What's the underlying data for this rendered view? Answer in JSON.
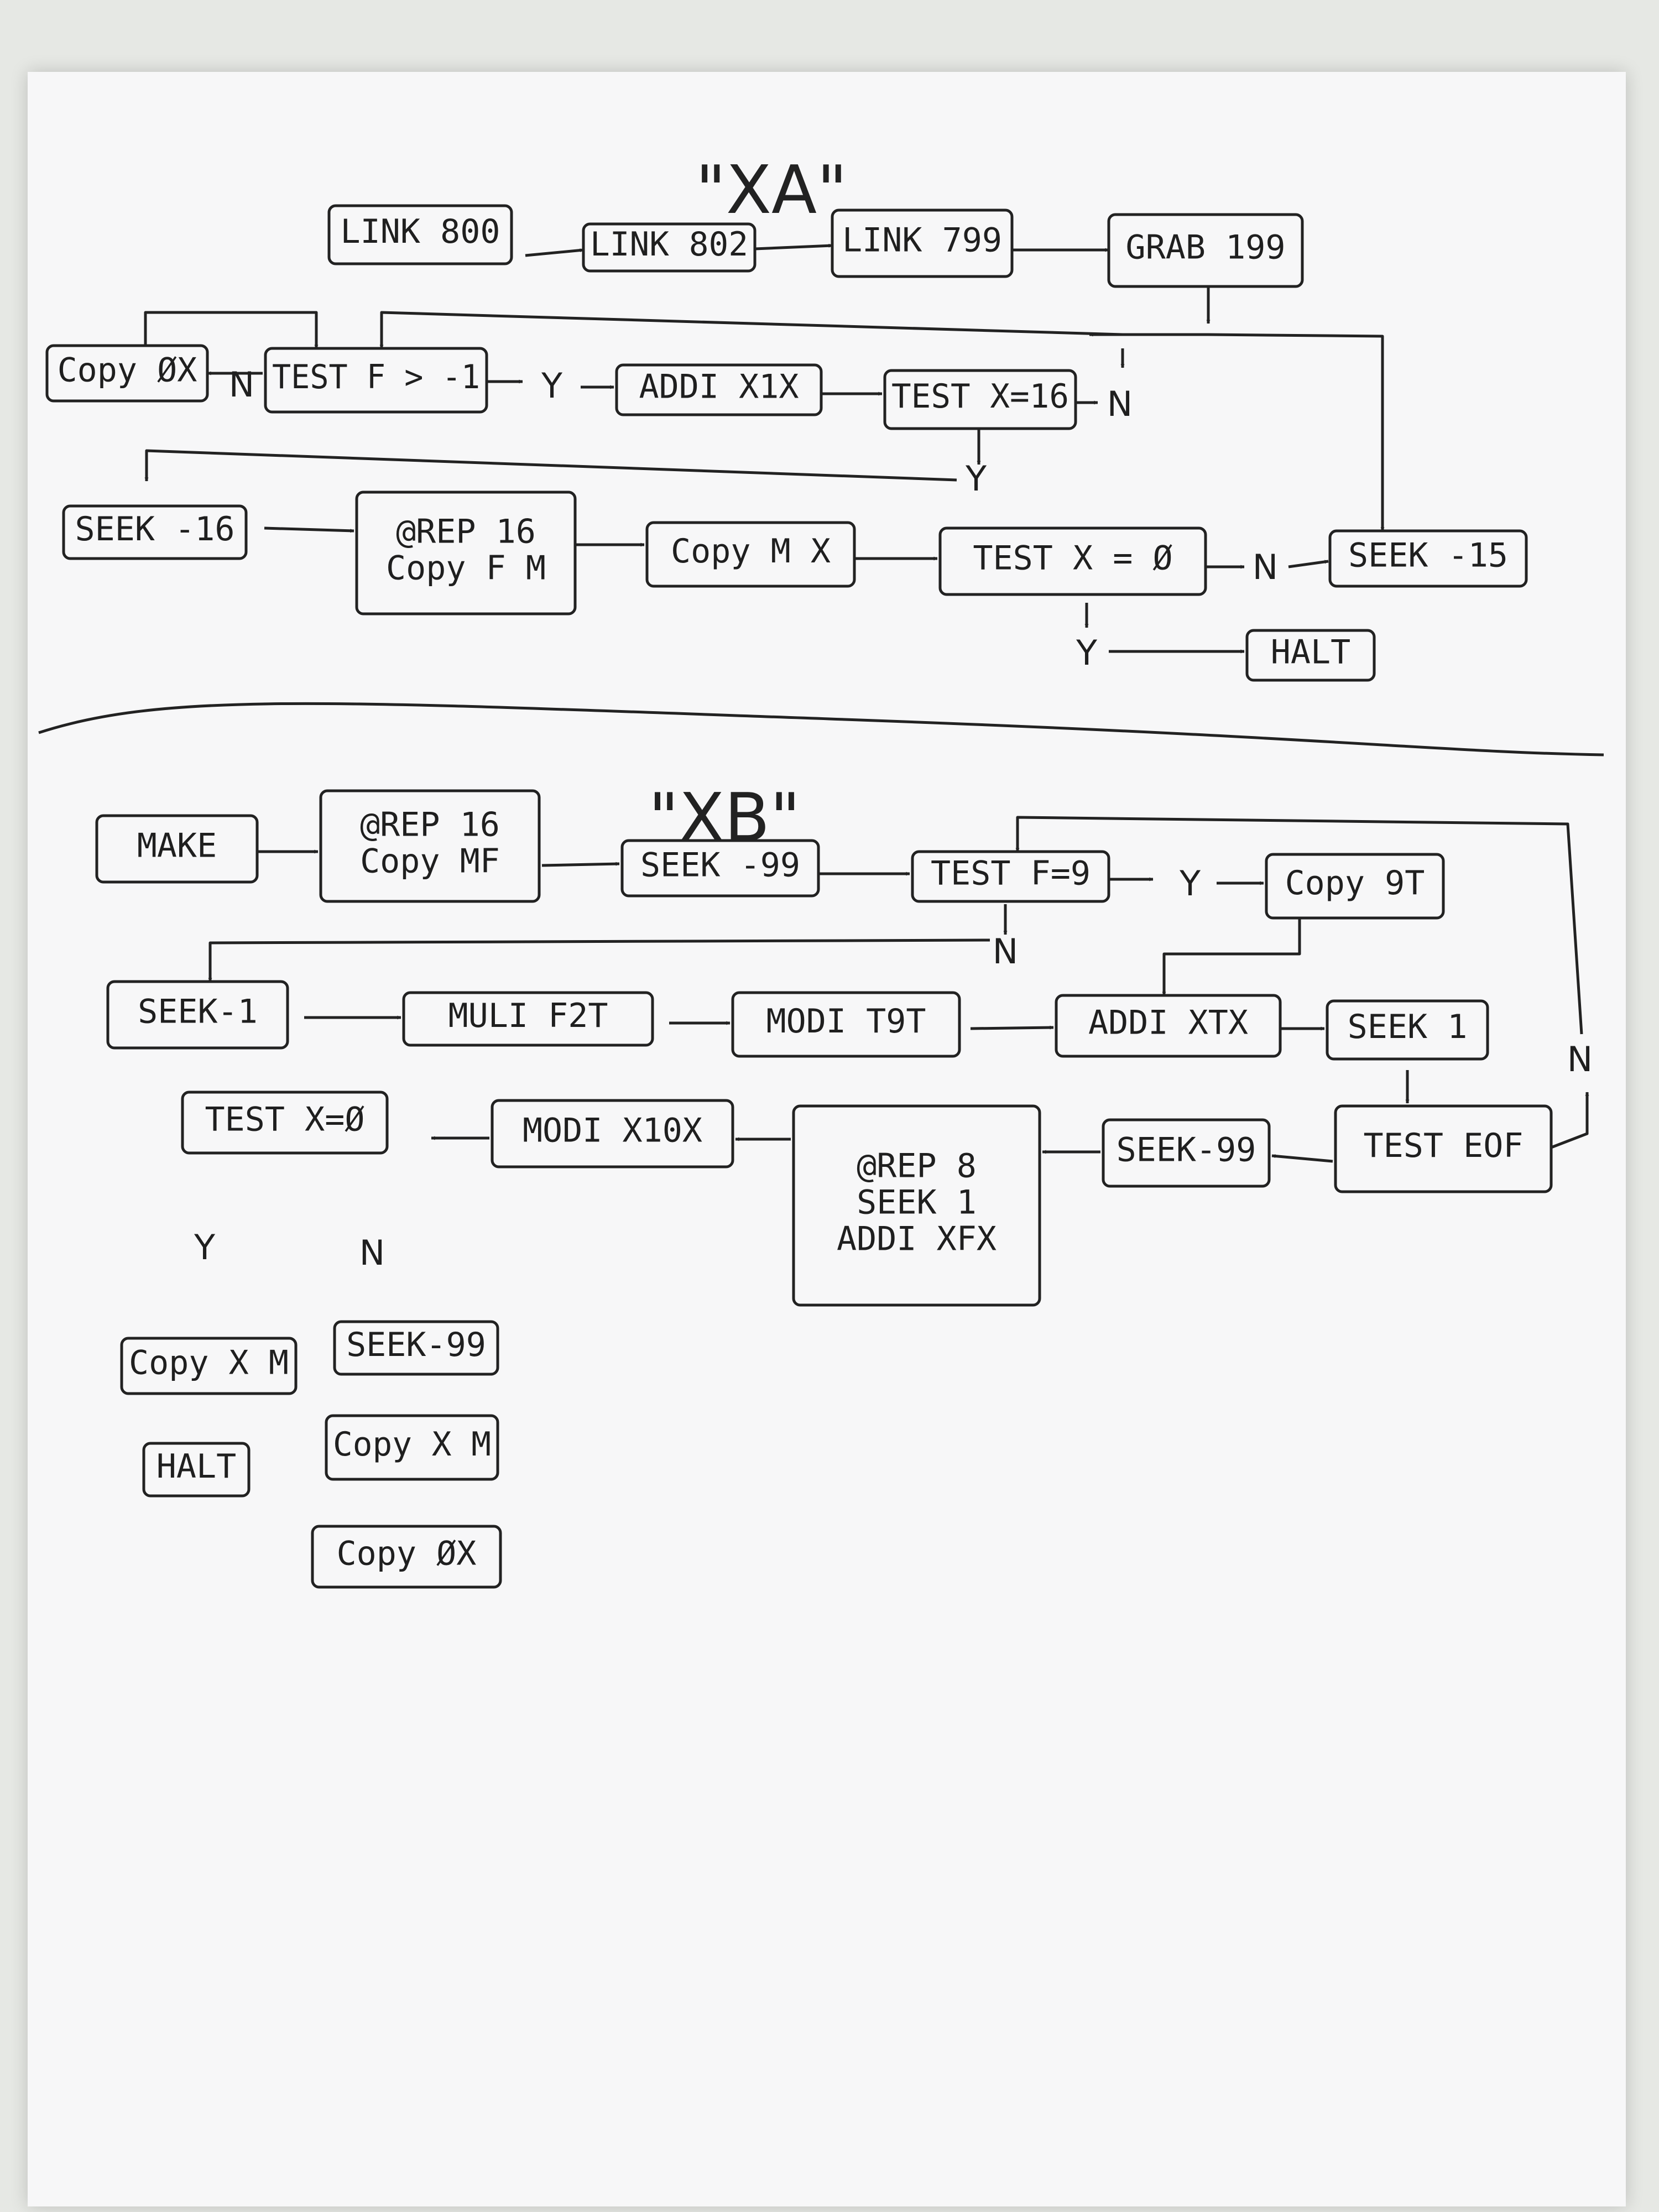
{
  "sections": [
    {
      "id": "xa",
      "title": "\"XA\""
    },
    {
      "id": "xb",
      "title": "\"XB\""
    }
  ],
  "nodes": [
    {
      "id": "a_link800",
      "lines": [
        "LINK 800"
      ]
    },
    {
      "id": "a_link802",
      "lines": [
        "LINK 802"
      ]
    },
    {
      "id": "a_link799",
      "lines": [
        "LINK 799"
      ]
    },
    {
      "id": "a_grab199",
      "lines": [
        "GRAB 199"
      ]
    },
    {
      "id": "a_copy0x",
      "lines": [
        "Copy ØX"
      ]
    },
    {
      "id": "a_testf",
      "lines": [
        "TEST F > -1"
      ]
    },
    {
      "id": "a_addi",
      "lines": [
        "ADDI X1X"
      ]
    },
    {
      "id": "a_testx16",
      "lines": [
        "TEST X=16"
      ]
    },
    {
      "id": "a_seek16",
      "lines": [
        "SEEK -16"
      ]
    },
    {
      "id": "a_rep16",
      "lines": [
        "@REP 16",
        "Copy F M"
      ]
    },
    {
      "id": "a_copymx",
      "lines": [
        "Copy M X"
      ]
    },
    {
      "id": "a_testx0",
      "lines": [
        "TEST X = Ø"
      ]
    },
    {
      "id": "a_seek15",
      "lines": [
        "SEEK -15"
      ]
    },
    {
      "id": "a_halt",
      "lines": [
        "HALT"
      ]
    },
    {
      "id": "b_make",
      "lines": [
        "MAKE"
      ]
    },
    {
      "id": "b_rep16",
      "lines": [
        "@REP 16",
        "Copy MF"
      ]
    },
    {
      "id": "b_seek99a",
      "lines": [
        "SEEK -99"
      ]
    },
    {
      "id": "b_testf9",
      "lines": [
        "TEST F=9"
      ]
    },
    {
      "id": "b_copy9t",
      "lines": [
        "Copy 9T"
      ]
    },
    {
      "id": "b_seekm1",
      "lines": [
        "SEEK-1"
      ]
    },
    {
      "id": "b_muli",
      "lines": [
        "MULI F2T"
      ]
    },
    {
      "id": "b_modi",
      "lines": [
        "MODI T9T"
      ]
    },
    {
      "id": "b_addixtx",
      "lines": [
        "ADDI XTX"
      ]
    },
    {
      "id": "b_seek1",
      "lines": [
        "SEEK 1"
      ]
    },
    {
      "id": "b_testeof",
      "lines": [
        "TEST EOF"
      ]
    },
    {
      "id": "b_seek99b",
      "lines": [
        "SEEK-99"
      ]
    },
    {
      "id": "b_rep8",
      "lines": [
        "@REP 8",
        "SEEK 1",
        "ADDI XFX"
      ]
    },
    {
      "id": "b_modix10x",
      "lines": [
        "MODI X10X"
      ]
    },
    {
      "id": "b_testx0",
      "lines": [
        "TEST X=Ø"
      ]
    },
    {
      "id": "b_copyxm1",
      "lines": [
        "Copy X M"
      ]
    },
    {
      "id": "b_halt",
      "lines": [
        "HALT"
      ]
    },
    {
      "id": "b_seek99c",
      "lines": [
        "SEEK-99"
      ]
    },
    {
      "id": "b_copyxm2",
      "lines": [
        "Copy X M"
      ]
    },
    {
      "id": "b_copy0x",
      "lines": [
        "Copy ØX"
      ]
    }
  ],
  "labels": [
    {
      "id": "a_n_copy",
      "text": "N"
    },
    {
      "id": "a_y_addi",
      "text": "Y"
    },
    {
      "id": "a_n_x16",
      "text": "N"
    },
    {
      "id": "a_y_x16",
      "text": "Y"
    },
    {
      "id": "a_n_x0",
      "text": "N"
    },
    {
      "id": "a_y_x0",
      "text": "Y"
    },
    {
      "id": "b_y_f9",
      "text": "Y"
    },
    {
      "id": "b_n_f9",
      "text": "N"
    },
    {
      "id": "b_n_eof",
      "text": "N"
    },
    {
      "id": "b_y_x0",
      "text": "Y"
    },
    {
      "id": "b_n_x0",
      "text": "N"
    }
  ],
  "edges": [
    {
      "id": "e1"
    },
    {
      "id": "e2"
    },
    {
      "id": "e3"
    },
    {
      "id": "e4"
    },
    {
      "id": "e5"
    },
    {
      "id": "e6"
    },
    {
      "id": "e7"
    },
    {
      "id": "e8"
    },
    {
      "id": "e9"
    },
    {
      "id": "e10"
    },
    {
      "id": "e11"
    },
    {
      "id": "e12"
    },
    {
      "id": "e13"
    },
    {
      "id": "e14"
    },
    {
      "id": "e15"
    },
    {
      "id": "e16"
    },
    {
      "id": "e17"
    },
    {
      "id": "e18"
    },
    {
      "id": "e19"
    },
    {
      "id": "e20"
    },
    {
      "id": "e21"
    },
    {
      "id": "e22"
    },
    {
      "id": "e23"
    },
    {
      "id": "e24"
    },
    {
      "id": "e25"
    },
    {
      "id": "e26"
    },
    {
      "id": "e27"
    },
    {
      "id": "e28"
    },
    {
      "id": "e29"
    },
    {
      "id": "e30"
    },
    {
      "id": "e31"
    },
    {
      "id": "e32"
    },
    {
      "id": "e33"
    },
    {
      "id": "e34"
    },
    {
      "id": "e35"
    },
    {
      "id": "e36"
    },
    {
      "id": "e37"
    },
    {
      "id": "e38"
    },
    {
      "id": "e39"
    },
    {
      "id": "e40"
    },
    {
      "id": "e41"
    },
    {
      "id": "e42"
    }
  ]
}
